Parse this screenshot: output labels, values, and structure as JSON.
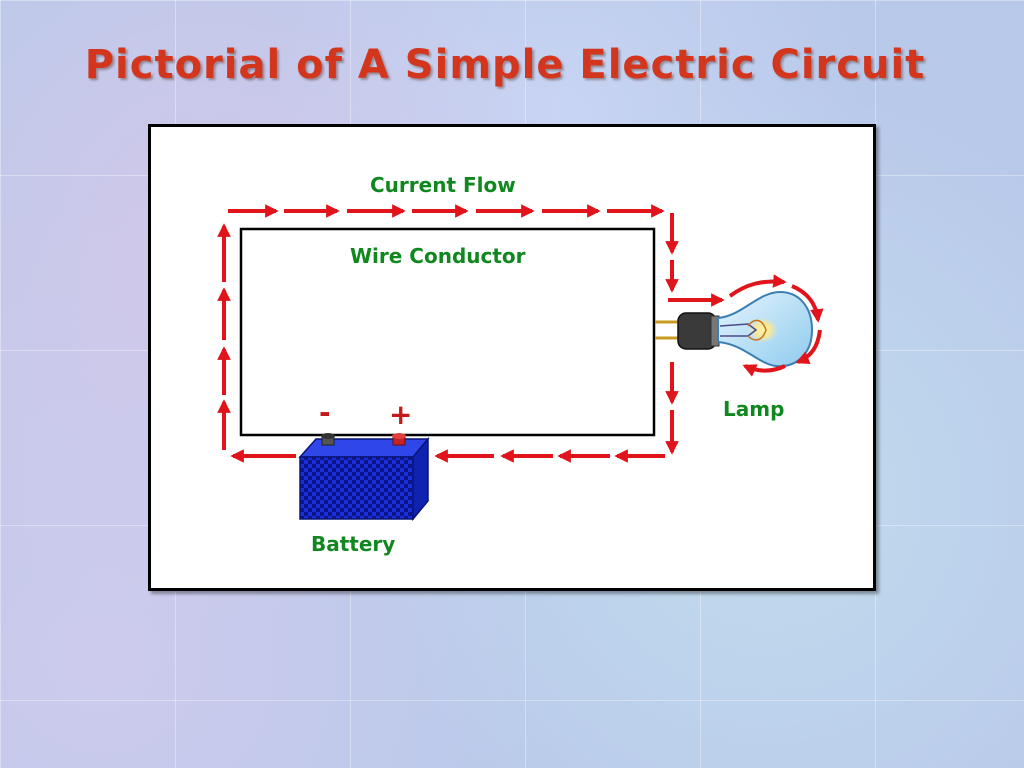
{
  "title": "Pictorial of A Simple Electric Circuit",
  "labels": {
    "current_flow": "Current Flow",
    "wire_conductor": "Wire Conductor",
    "lamp": "Lamp",
    "battery": "Battery",
    "negative": "-",
    "positive": "+"
  },
  "colors": {
    "title": "#d3361d",
    "label": "#11881f",
    "arrow": "#e0141a",
    "battery": "#1e2fd6"
  }
}
